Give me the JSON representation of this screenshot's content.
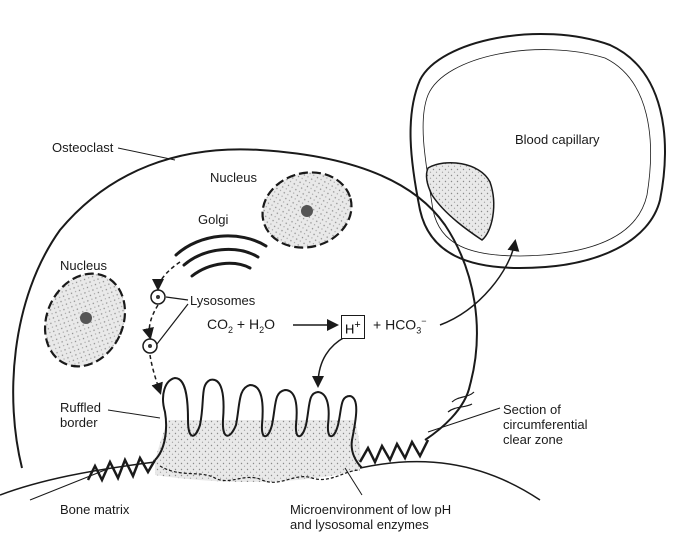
{
  "labels": {
    "osteoclast": "Osteoclast",
    "blood_capillary": "Blood capillary",
    "nucleus_top": "Nucleus",
    "nucleus_left": "Nucleus",
    "golgi": "Golgi",
    "lysosomes": "Lysosomes",
    "ruffled_border_line1": "Ruffled",
    "ruffled_border_line2": "border",
    "section_line1": "Section of",
    "section_line2": "circumferential",
    "section_line3": "clear zone",
    "bone_matrix": "Bone matrix",
    "microenv_line1": "Microenvironment of low pH",
    "microenv_line2": "and lysosomal enzymes"
  },
  "equation": {
    "co2": "CO",
    "co2_sub": "2",
    "plus1": "+",
    "h2o_h": "H",
    "h2o_sub": "2",
    "h2o_o": "O",
    "h_ion": "H",
    "h_ion_sup": "+",
    "plus2": "+",
    "hco3": "HCO",
    "hco3_sub": "3",
    "hco3_sup": "−"
  },
  "colors": {
    "stroke": "#1a1a1a",
    "stipple_fill": "#e6e6e6",
    "bone_fill": "#ffffff"
  }
}
